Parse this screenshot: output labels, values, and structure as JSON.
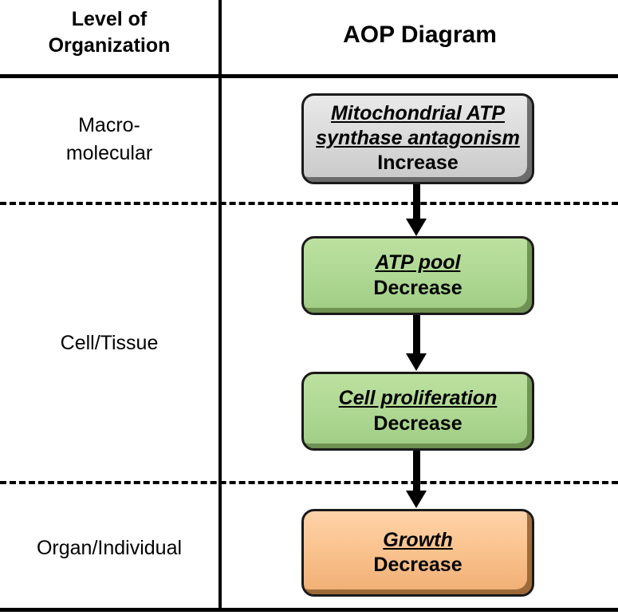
{
  "header": {
    "left_title_line1": "Level of",
    "left_title_line2": "Organization",
    "right_title": "AOP Diagram"
  },
  "levels": [
    {
      "id": "macromolecular",
      "line1": "Macro-",
      "line2": "molecular"
    },
    {
      "id": "cell-tissue",
      "line1": "Cell/Tissue",
      "line2": ""
    },
    {
      "id": "organ-individual",
      "line1": "Organ/Individual",
      "line2": ""
    }
  ],
  "boxes": [
    {
      "id": "mie-atp-synthase",
      "name_line1": "Mitochondrial ATP",
      "name_line2": "synthase antagonism",
      "direction": "Increase",
      "color": "#DCDCDC",
      "border_color": "#1A1A1A",
      "role": "molecular-initiating-event"
    },
    {
      "id": "ke-atp-pool",
      "name_line1": "ATP pool",
      "name_line2": "",
      "direction": "Decrease",
      "color": "#B0D995",
      "border_color": "#1A1A1A",
      "role": "key-event"
    },
    {
      "id": "ke-cell-proliferation",
      "name_line1": "Cell proliferation",
      "name_line2": "",
      "direction": "Decrease",
      "color": "#B0D995",
      "border_color": "#1A1A1A",
      "role": "key-event"
    },
    {
      "id": "ao-growth",
      "name_line1": "Growth",
      "name_line2": "",
      "direction": "Decrease",
      "color": "#FAC38F",
      "border_color": "#1A1A1A",
      "role": "adverse-outcome"
    }
  ],
  "arrows": [
    {
      "id": "arrow-mie-to-atp",
      "from": "mie-atp-synthase",
      "to": "ke-atp-pool"
    },
    {
      "id": "arrow-atp-to-prolif",
      "from": "ke-atp-pool",
      "to": "ke-cell-proliferation"
    },
    {
      "id": "arrow-prolif-to-growth",
      "from": "ke-cell-proliferation",
      "to": "ao-growth"
    }
  ],
  "dividers": {
    "style": "dashed",
    "color": "#000000",
    "count": 2
  }
}
